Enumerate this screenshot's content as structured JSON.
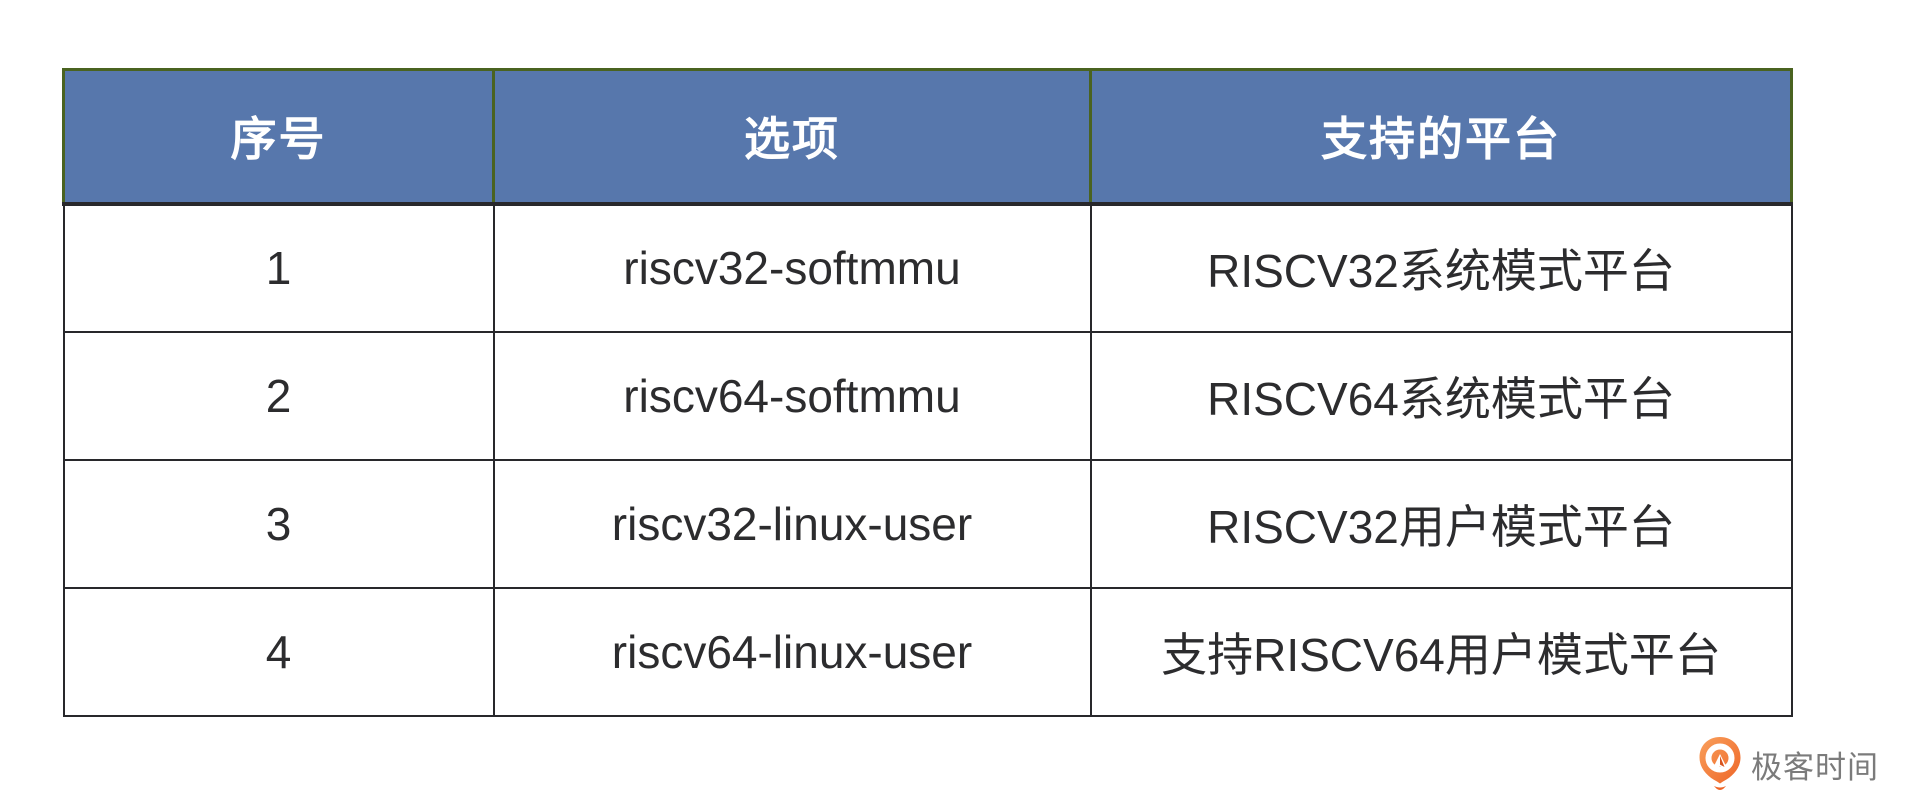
{
  "table": {
    "headers": [
      "序号",
      "选项",
      "支持的平台"
    ],
    "rows": [
      {
        "num": "1",
        "option": "riscv32-softmmu",
        "platform": "RISCV32系统模式平台"
      },
      {
        "num": "2",
        "option": "riscv64-softmmu",
        "platform": "RISCV64系统模式平台"
      },
      {
        "num": "3",
        "option": "riscv32-linux-user",
        "platform": "RISCV32用户模式平台"
      },
      {
        "num": "4",
        "option": "riscv64-linux-user",
        "platform": "支持RISCV64用户模式平台"
      }
    ]
  },
  "branding": {
    "logo_text": "极客时间",
    "logo_orange": "#f1702f",
    "logo_orange_light": "#f9a05c",
    "text_color": "#7b7b7b"
  },
  "colors": {
    "header_bg": "#5777ac",
    "header_text": "#ffffff",
    "header_border_green": "#4a6320",
    "grid_border_dark": "#28282b",
    "body_text": "#2c2c2e",
    "page_bg": "#ffffff"
  }
}
